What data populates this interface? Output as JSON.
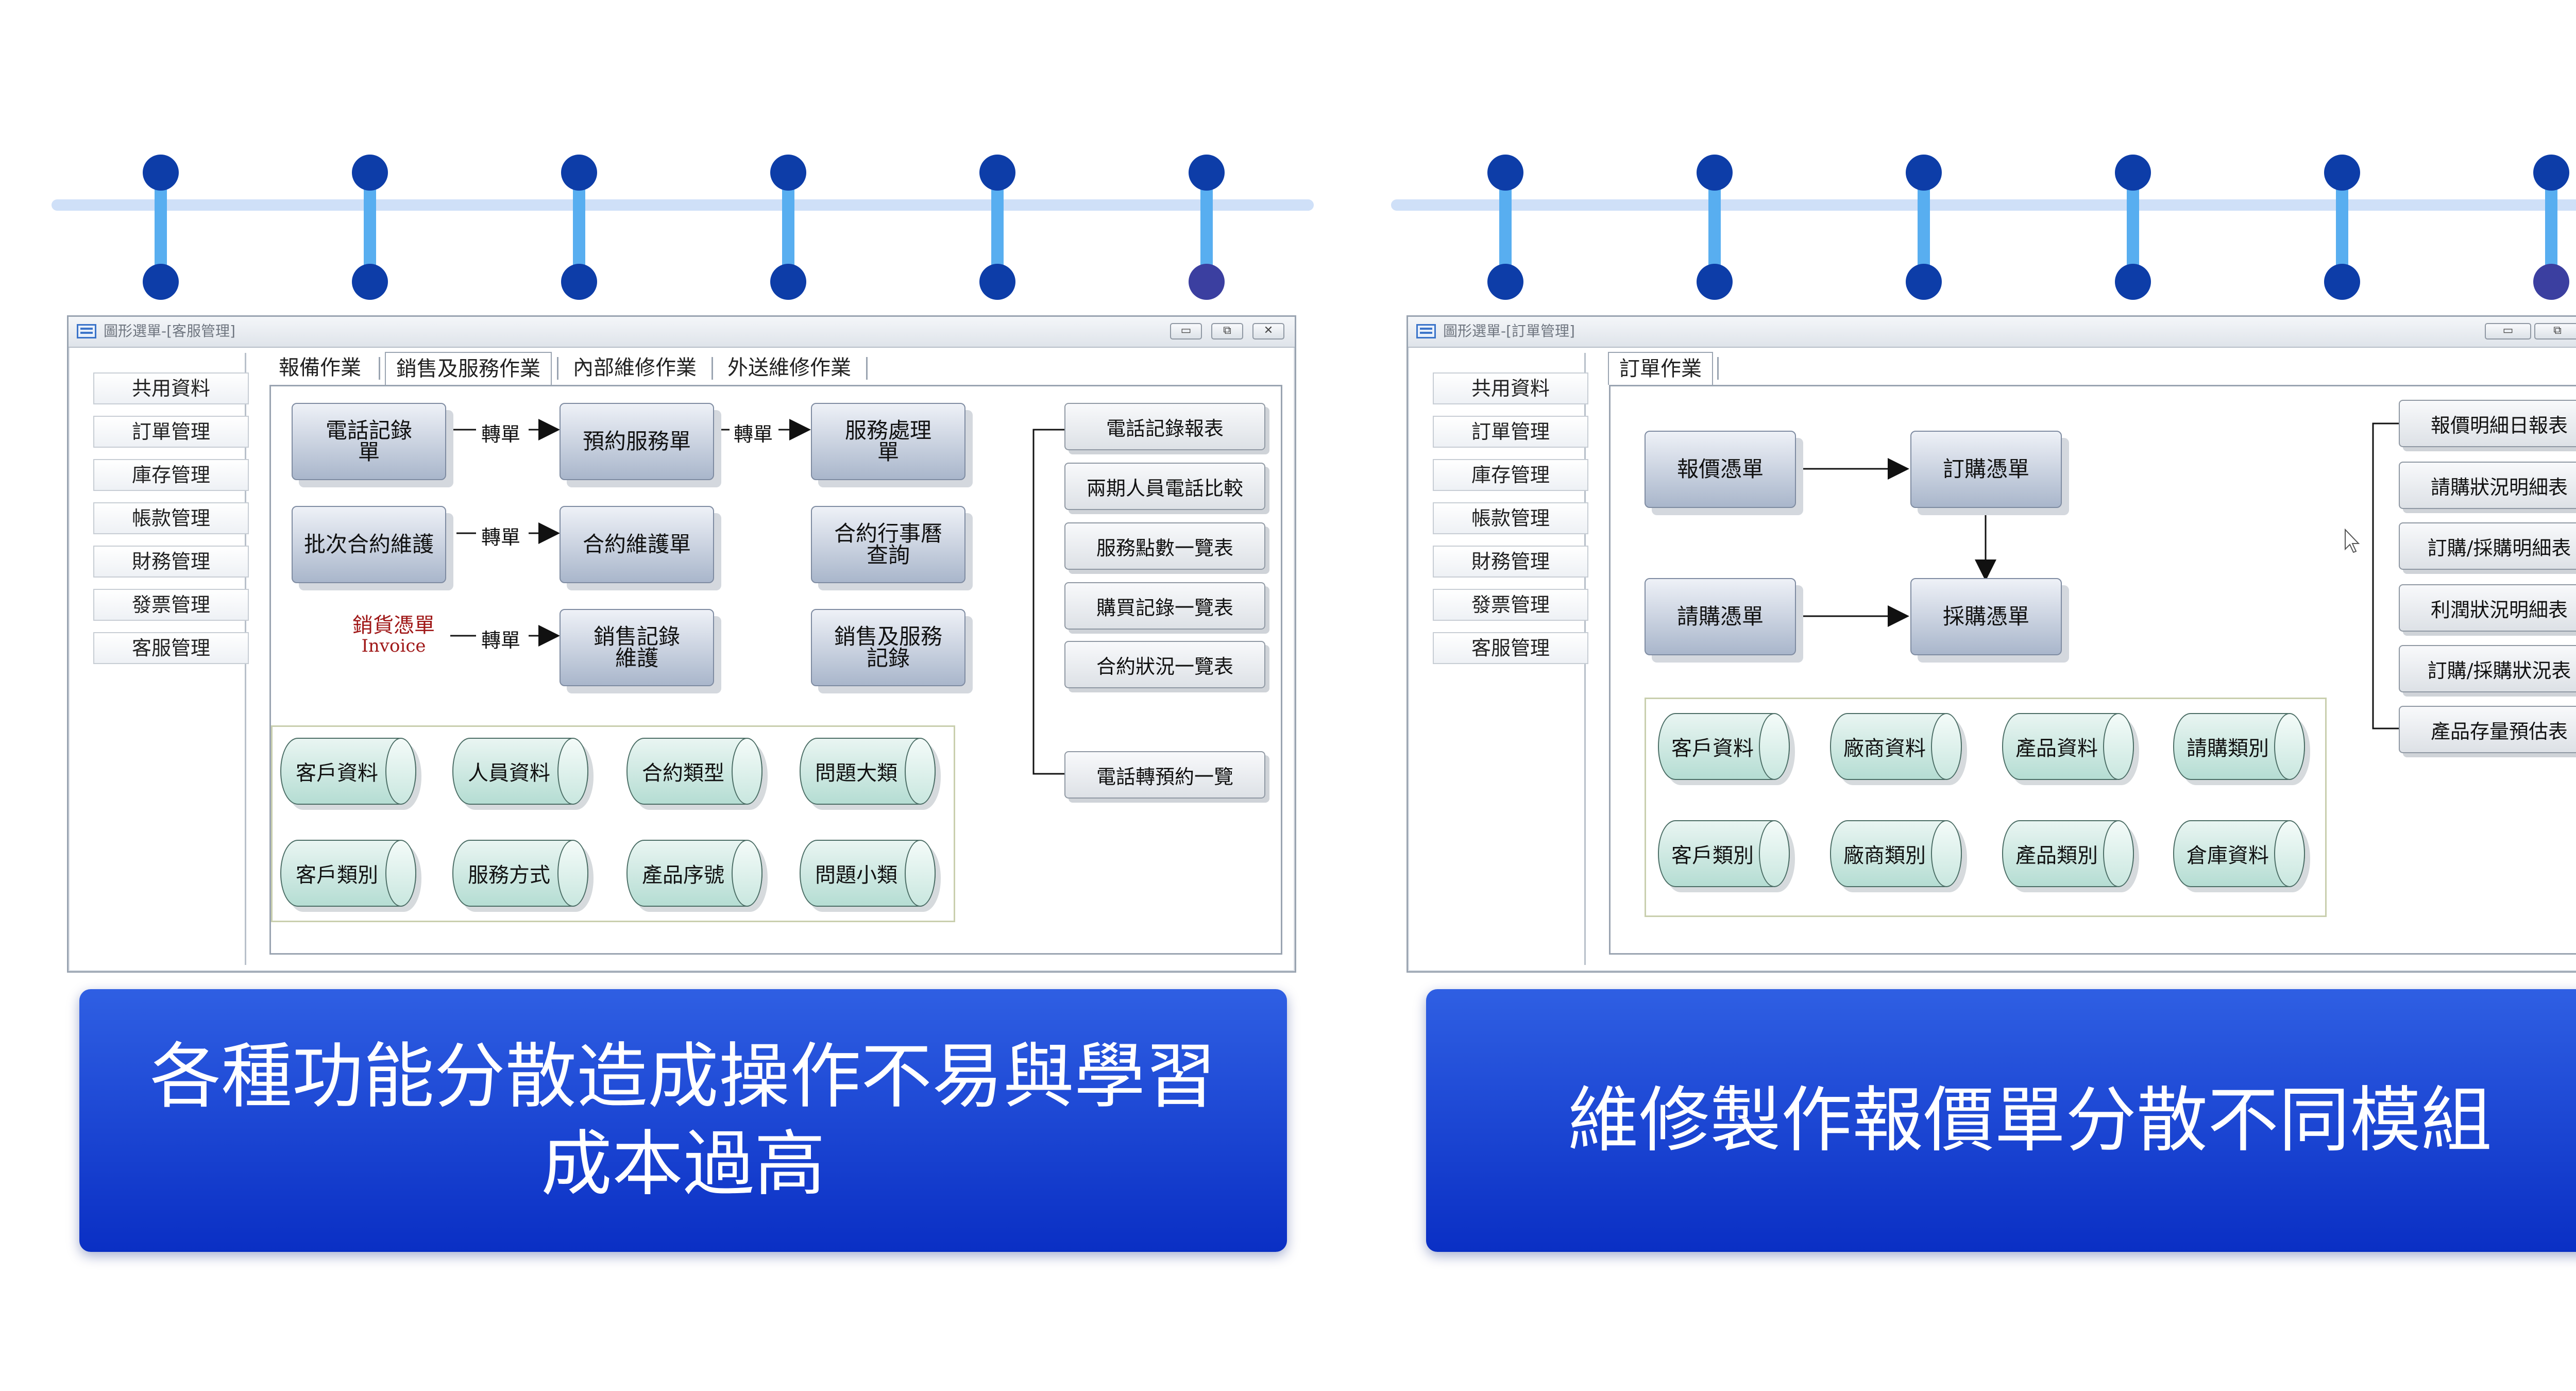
{
  "colors": {
    "caption_bg": "#1d4ad6",
    "rail": "#cfe0f8",
    "pin": "#58aef0",
    "dot": "#0a3fbf",
    "box": "#a9b6cb",
    "cylinder": "#b5ddd3"
  },
  "left": {
    "window_title": "圖形選單-[客服管理]",
    "sidebar": [
      "共用資料",
      "訂單管理",
      "庫存管理",
      "帳款管理",
      "財務管理",
      "發票管理",
      "客服管理"
    ],
    "tabs": [
      "報備作業",
      "銷售及服務作業",
      "內部維修作業",
      "外送維修作業"
    ],
    "flow": {
      "phone_record": "電話記錄\n單",
      "transfer": "轉單",
      "booking": "預約服務單",
      "service_process": "服務處理\n單",
      "batch_contract": "批次合約維護",
      "contract_maint": "合約維護單",
      "contract_history": "合約行事曆\n查詢",
      "sales_voucher": "銷貨憑單",
      "invoice": "Invoice",
      "sales_record": "銷售記錄\n維護",
      "sales_service_record": "銷售及服務\n記錄"
    },
    "data_items": [
      "客戶資料",
      "人員資料",
      "合約類型",
      "問題大類",
      "客戶類別",
      "服務方式",
      "產品序號",
      "問題小類"
    ],
    "reports": [
      "電話記錄報表",
      "兩期人員電話比較",
      "服務點數一覽表",
      "購買記錄一覽表",
      "合約狀況一覽表",
      "電話轉預約一覽"
    ],
    "caption": "各種功能分散造成操作不易與學習\n成本過高"
  },
  "right": {
    "window_title": "圖形選單-[訂單管理]",
    "sidebar": [
      "共用資料",
      "訂單管理",
      "庫存管理",
      "帳款管理",
      "財務管理",
      "發票管理",
      "客服管理"
    ],
    "tabs": [
      "訂單作業"
    ],
    "flow": {
      "quote": "報價憑單",
      "order": "訂購憑單",
      "request": "請購憑單",
      "purchase": "採購憑單"
    },
    "data_items": [
      "客戶資料",
      "廠商資料",
      "產品資料",
      "請購類別",
      "客戶類別",
      "廠商類別",
      "產品類別",
      "倉庫資料"
    ],
    "reports": [
      "報價明細日報表",
      "請購狀況明細表",
      "訂購/採購明細表",
      "利潤狀況明細表",
      "訂購/採購狀況表",
      "產品存量預估表"
    ],
    "caption": "維修製作報價單分散不同模組"
  }
}
